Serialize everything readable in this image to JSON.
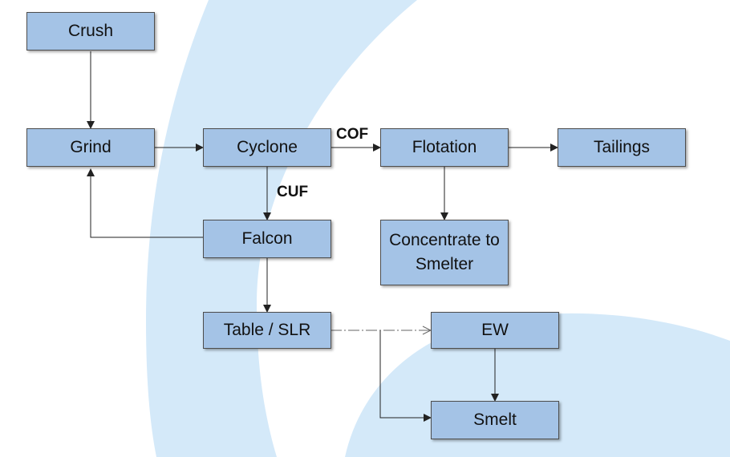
{
  "colors": {
    "box_fill": "#a4c3e6",
    "box_border": "#4d4d4d",
    "arc": "#d4e9f9",
    "line": "#222222"
  },
  "nodes": {
    "crush": "Crush",
    "grind": "Grind",
    "cyclone": "Cyclone",
    "flotation": "Flotation",
    "tailings": "Tailings",
    "falcon": "Falcon",
    "concentrate": "Concentrate to Smelter",
    "table_slr": "Table / SLR",
    "ew": "EW",
    "smelt": "Smelt"
  },
  "edge_labels": {
    "cof": "COF",
    "cuf": "CUF"
  }
}
